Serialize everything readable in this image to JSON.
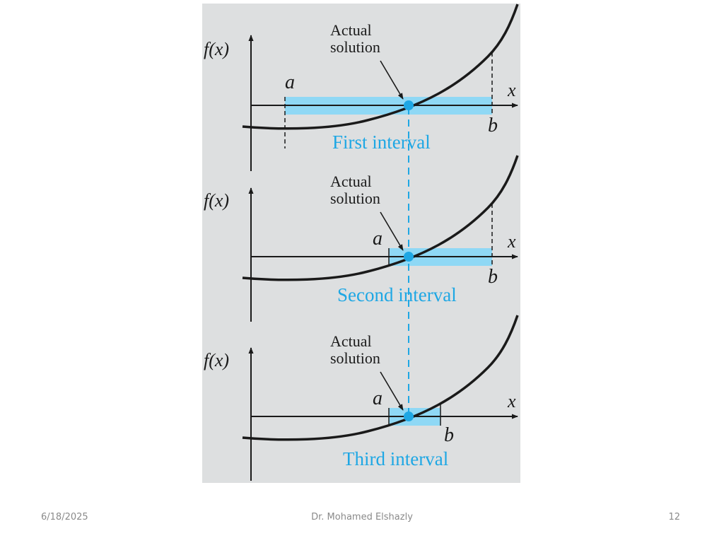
{
  "figure": {
    "colors": {
      "background": "#dddfe0",
      "interval_fill": "#8fd8f5",
      "accent": "#1ea7e4",
      "curve": "#1a1a1a"
    },
    "panels": [
      {
        "fx_label": "f(x)",
        "x_label": "x",
        "a_label": "a",
        "b_label": "b",
        "annotation": [
          "Actual",
          "solution"
        ],
        "interval_title": "First interval"
      },
      {
        "fx_label": "f(x)",
        "x_label": "x",
        "a_label": "a",
        "b_label": "b",
        "annotation": [
          "Actual",
          "solution"
        ],
        "interval_title": "Second interval"
      },
      {
        "fx_label": "f(x)",
        "x_label": "x",
        "a_label": "a",
        "b_label": "b",
        "annotation": [
          "Actual",
          "solution"
        ],
        "interval_title": "Third interval"
      }
    ]
  },
  "footer": {
    "date": "6/18/2025",
    "author": "Dr. Mohamed Elshazly",
    "page": "12"
  }
}
